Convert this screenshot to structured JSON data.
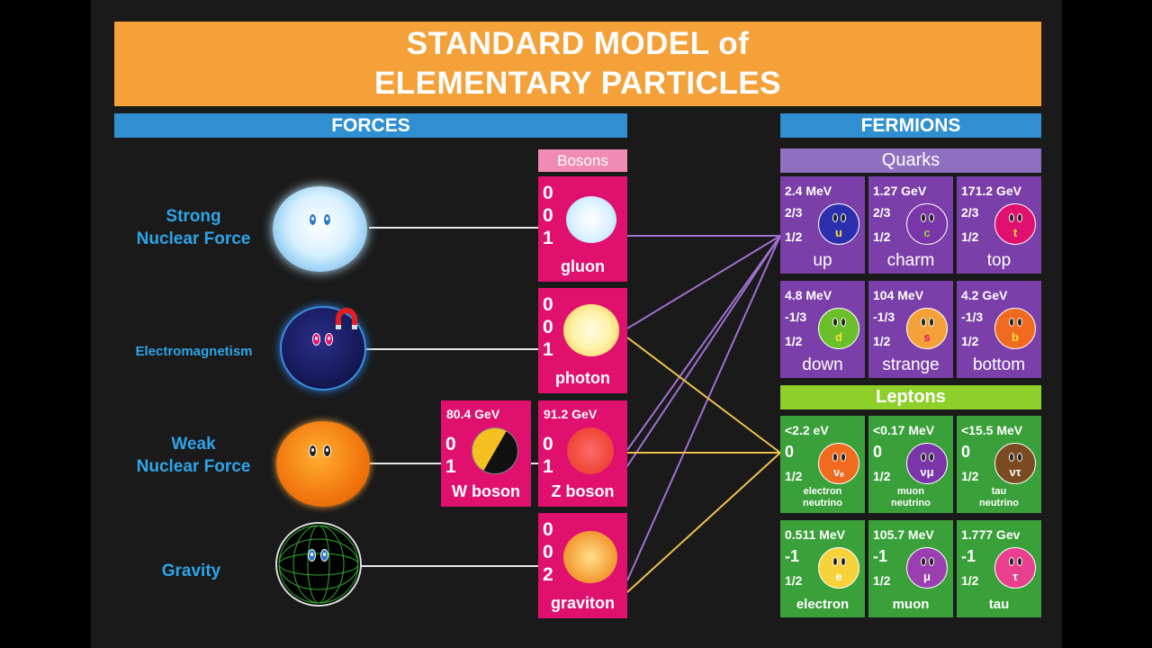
{
  "title": {
    "line1": "STANDARD MODEL of",
    "line2": "ELEMENTARY PARTICLES"
  },
  "sections": {
    "forces": "FORCES",
    "fermions": "FERMIONS",
    "bosons": "Bosons",
    "quarks": "Quarks",
    "leptons": "Leptons"
  },
  "forces": [
    {
      "label_line1": "Strong",
      "label_line2": "Nuclear Force"
    },
    {
      "label_line1": "Electromagnetism",
      "label_line2": ""
    },
    {
      "label_line1": "Weak",
      "label_line2": "Nuclear Force"
    },
    {
      "label_line1": "Gravity",
      "label_line2": ""
    }
  ],
  "bosons": {
    "gluon": {
      "spin_lines": [
        "0",
        "0",
        "1"
      ],
      "name": "gluon"
    },
    "photon": {
      "spin_lines": [
        "0",
        "0",
        "1"
      ],
      "name": "photon"
    },
    "w": {
      "mass": "80.4 GeV",
      "spin_lines": [
        "0",
        "1"
      ],
      "name": "W boson"
    },
    "z": {
      "mass": "91.2 GeV",
      "spin_lines": [
        "0",
        "1"
      ],
      "name": "Z boson"
    },
    "graviton": {
      "spin_lines": [
        "0",
        "0",
        "2"
      ],
      "name": "graviton"
    }
  },
  "quarks": [
    {
      "mass": "2.4  MeV",
      "charge": "2/3",
      "spin": "1/2",
      "symbol": "u",
      "name": "up",
      "color": "#2b2fae",
      "sym_color": "#f7e23a"
    },
    {
      "mass": "1.27 GeV",
      "charge": "2/3",
      "spin": "1/2",
      "symbol": "c",
      "name": "charm",
      "color": "#7a35a8",
      "sym_color": "#9bd33a"
    },
    {
      "mass": "171.2 GeV",
      "charge": "2/3",
      "spin": "1/2",
      "symbol": "t",
      "name": "top",
      "color": "#e0106e",
      "sym_color": "#f7e23a"
    },
    {
      "mass": "4.8 MeV",
      "charge": "-1/3",
      "spin": "1/2",
      "symbol": "d",
      "name": "down",
      "color": "#6bbf2a",
      "sym_color": "#f7e23a"
    },
    {
      "mass": "104 MeV",
      "charge": "-1/3",
      "spin": "1/2",
      "symbol": "s",
      "name": "strange",
      "color": "#f5a13a",
      "sym_color": "#e0106e"
    },
    {
      "mass": "4.2 GeV",
      "charge": "-1/3",
      "spin": "1/2",
      "symbol": "b",
      "name": "bottom",
      "color": "#f06a20",
      "sym_color": "#f7e23a"
    }
  ],
  "leptons": [
    {
      "mass": "<2.2 eV",
      "charge": "0",
      "spin": "1/2",
      "symbol": "νₑ",
      "name_line1": "electron",
      "name_line2": "neutrino",
      "color": "#f06a20"
    },
    {
      "mass": "<0.17 MeV",
      "charge": "0",
      "spin": "1/2",
      "symbol": "νμ",
      "name_line1": "muon",
      "name_line2": "neutrino",
      "color": "#7a35a8"
    },
    {
      "mass": "<15.5 MeV",
      "charge": "0",
      "spin": "1/2",
      "symbol": "ντ",
      "name_line1": "tau",
      "name_line2": "neutrino",
      "color": "#7a4a20"
    },
    {
      "mass": "0.511 MeV",
      "charge": "-1",
      "spin": "1/2",
      "symbol": "e",
      "name_line1": "electron",
      "name_line2": "",
      "color": "#f7d23a"
    },
    {
      "mass": "105.7 MeV",
      "charge": "-1",
      "spin": "1/2",
      "symbol": "μ",
      "name_line1": "muon",
      "name_line2": "",
      "color": "#9a3fb0"
    },
    {
      "mass": "1.777 Gev",
      "charge": "-1",
      "spin": "1/2",
      "symbol": "τ",
      "name_line1": "tau",
      "name_line2": "",
      "color": "#e8408e"
    }
  ],
  "colors": {
    "banner": "#f5a13a",
    "section_bar": "#2f8fd0",
    "boson": "#e0106e",
    "boson_header": "#f08cb4",
    "quark": "#7a3fa8",
    "quarks_bar": "#8f6fc0",
    "lepton": "#3aa03a",
    "leptons_bar": "#8fcf2a",
    "quark_link": "#a070d0",
    "lepton_link": "#f0c050"
  }
}
